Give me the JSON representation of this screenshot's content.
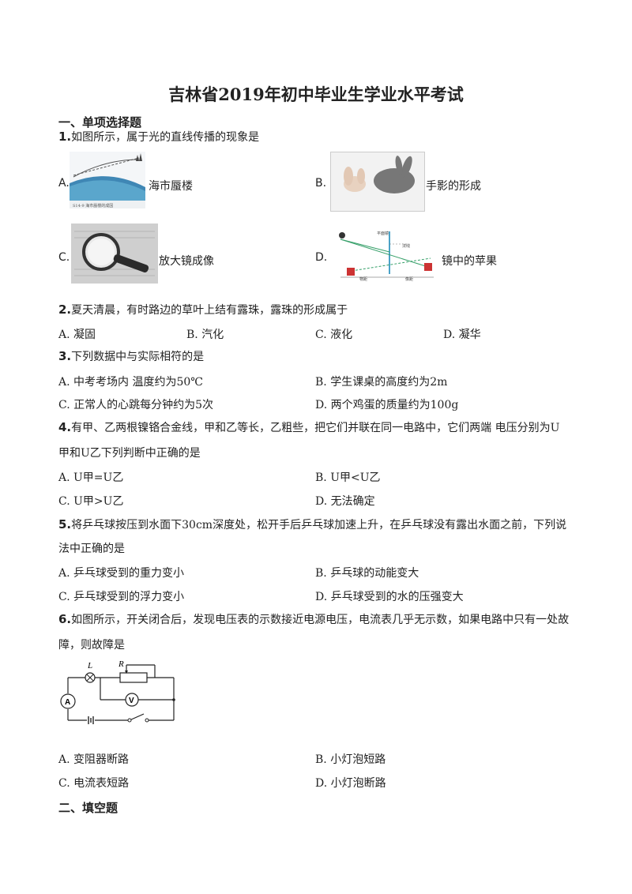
{
  "title": "吉林省2019年初中毕业生学业水平考试",
  "sections": {
    "s1": "一、单项选择题",
    "s2": "二、填空题"
  },
  "q1": {
    "num": "1.",
    "text": "如图所示，属于光的直线传播的现象是",
    "a_label": "A.",
    "a_text": "海市蜃楼",
    "b_label": "B.",
    "b_text": "手影的形成",
    "c_label": "C.",
    "c_text": "放大镜成像",
    "d_label": "D.",
    "d_text": "镜中的苹果",
    "a_caption": "S14-9 海市蜃楼的成因",
    "d_labels": {
      "mirror": "平面镜",
      "normal": "法线",
      "left": "物距",
      "right": "像距"
    }
  },
  "q2": {
    "num": "2.",
    "text": "夏天清晨，有时路边的草叶上结有露珠，露珠的形成属于",
    "a": "A.  凝固",
    "b": "B.  汽化",
    "c": "C.  液化",
    "d": "D.  凝华"
  },
  "q3": {
    "num": "3.",
    "text": "下列数据中与实际相符的是",
    "a": "A.  中考考场内   温度约为50℃",
    "b": "B.  学生课桌的高度约为2m",
    "c": "C.  正常人的心跳每分钟约为5次",
    "d": "D.  两个鸡蛋的质量约为100g"
  },
  "q4": {
    "num": "4.",
    "line1": "有甲、乙两根镍铬合金线，甲和乙等长，乙粗些，把它们并联在同一电路中，它们两端   电压分别为U",
    "line2": "甲和U乙下列判断中正确的是",
    "a": "A. U甲=U乙",
    "b": "B. U甲<U乙",
    "c": "C. U甲>U乙",
    "d": "D. 无法确定"
  },
  "q5": {
    "num": "5.",
    "line1": "将乒乓球按压到水面下30cm深度处，松开手后乒乓球加速上升，在乒乓球没有露出水面之前，下列说",
    "line2": "法中正确的是",
    "a": "A.  乒乓球受到的重力变小",
    "b": "B.  乒乓球的动能变大",
    "c": "C.  乒乓球受到的浮力变小",
    "d": "D.  乒乓球受到的水的压强变大"
  },
  "q6": {
    "num": "6.",
    "line1": "如图所示，开关闭合后，发现电压表的示数接近电源电压，电流表几乎无示数，如果电路中只有一处故",
    "line2": "障，则故障是",
    "circuit": {
      "L": "L",
      "R": "R",
      "A": "A",
      "V": "V"
    },
    "a": "A.  变阻器断路",
    "b": "B.  小灯泡短路",
    "c": "C.  电流表短路",
    "d": "D.  小灯泡断路"
  }
}
